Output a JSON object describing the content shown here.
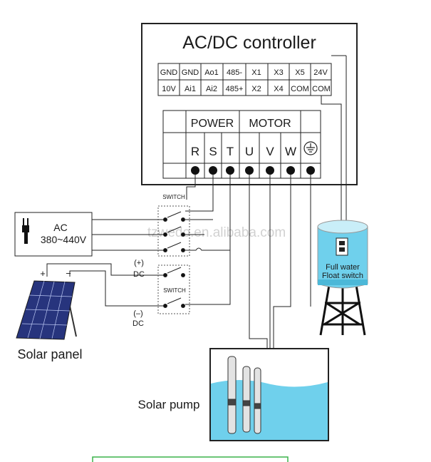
{
  "controller": {
    "title": "AC/DC controller",
    "io_row1": [
      "GND",
      "GND",
      "Ao1",
      "485-",
      "X1",
      "X3",
      "X5",
      "24V"
    ],
    "io_row2": [
      "10V",
      "Ai1",
      "Ai2",
      "485+",
      "X2",
      "X4",
      "COM",
      "COM"
    ],
    "power_label": "POWER",
    "motor_label": "MOTOR",
    "terminals": [
      "R",
      "S",
      "T",
      "U",
      "V",
      "W"
    ],
    "ground_symbol": "earth-ground-icon"
  },
  "ac_source": {
    "label": "AC",
    "voltage": "380~440V",
    "plug_icon": "plug-icon"
  },
  "switch_top": {
    "label": "SWITCH"
  },
  "switch_bottom": {
    "label": "SWITCH"
  },
  "dc_positive": {
    "sign": "(+)",
    "label": "DC"
  },
  "dc_negative": {
    "sign": "(–)",
    "label": "DC"
  },
  "solar_panel": {
    "label": "Solar panel",
    "plus": "+",
    "minus": "−"
  },
  "solar_pump": {
    "label": "Solar pump"
  },
  "water_tank": {
    "line1": "Full water",
    "line2": "Float switch"
  },
  "watermark": "tzwedo.en.alibaba.com",
  "colors": {
    "line": "#222222",
    "water": "#6fd0ec",
    "water_light": "#c9eef8",
    "panel": "#27347d",
    "accent_box": "#3bb44a"
  }
}
